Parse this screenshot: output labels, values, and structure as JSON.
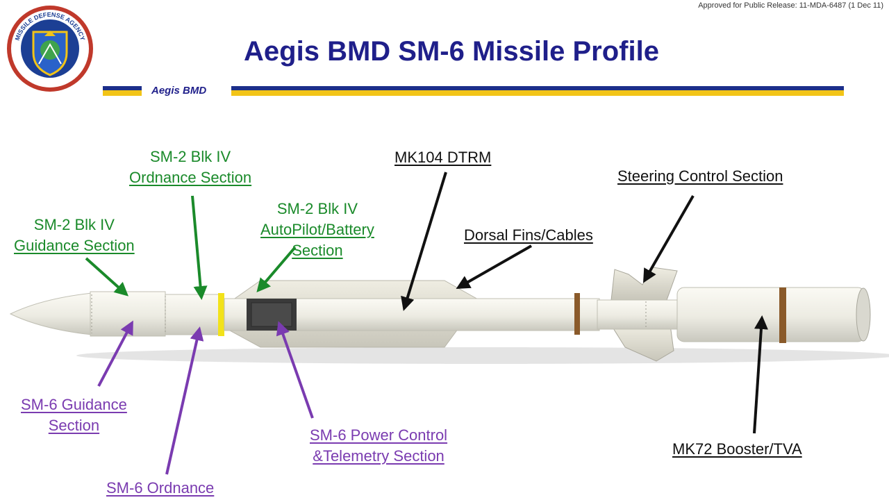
{
  "release_note": "Approved for Public Release: 11-MDA-6487 (1 Dec 11)",
  "seal": {
    "ring_text_top": "MISSILE DEFENSE AGENCY"
  },
  "title": "Aegis BMD SM-6 Missile Profile",
  "subtitle": "Aegis BMD",
  "colors": {
    "title": "#1f1f8a",
    "band_blue": "#1c2f8a",
    "band_yellow": "#f2c417",
    "sm2_labels": "#1a8a2a",
    "sm6_labels": "#7a3bb0",
    "other_labels": "#111111"
  },
  "labels": {
    "sm2_guidance": {
      "line1": "SM-2 Blk IV",
      "line2": "Guidance Section"
    },
    "sm2_ordnance": {
      "line1": "SM-2 Blk IV",
      "line2": "Ordnance Section"
    },
    "sm2_autopilot": {
      "line1": "SM-2 Blk IV",
      "line2": "AutoPilot/Battery",
      "line3": "Section"
    },
    "mk104": "MK104 DTRM",
    "dorsal_fins": "Dorsal Fins/Cables",
    "steering": "Steering Control Section",
    "sm6_guidance": {
      "line1": "SM-6 Guidance",
      "line2": "Section"
    },
    "sm6_ordnance": "SM-6 Ordnance",
    "sm6_power": {
      "line1": "SM-6 Power Control",
      "line2": "&Telemetry Section"
    },
    "mk72": "MK72 Booster/TVA"
  }
}
